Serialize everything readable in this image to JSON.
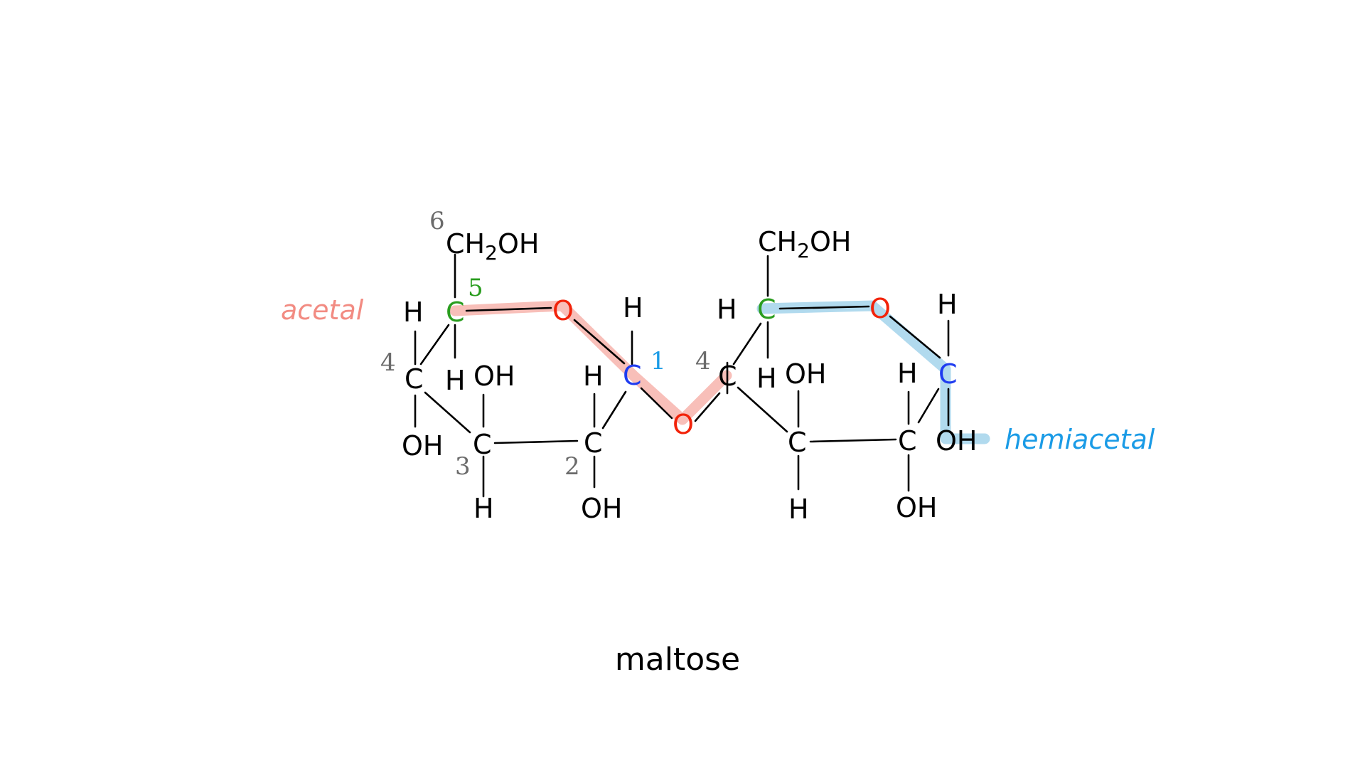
{
  "colors": {
    "black": "#000000",
    "oxygen": "#f2230a",
    "carbon_5": "#2a9d1f",
    "carbon_1": "#1f3cf0",
    "number_gray": "#6b6b6b",
    "number_blue": "#1a9be6",
    "acetal": "#f28b82",
    "hemiacetal": "#1a9be6",
    "acetal_highlight": "#f7b4ad",
    "hemiacetal_highlight": "#a9d6ec"
  },
  "labels": {
    "acetal": "acetal",
    "hemiacetal": "hemiacetal",
    "caption": "maltose"
  },
  "ring1": {
    "ch2oh_pre": "CH",
    "ch2oh_sub": "2",
    "ch2oh_post": "OH",
    "num6": "6",
    "num5": "5",
    "num4": "4",
    "num3": "3",
    "num2": "2",
    "num1": "1",
    "c5": "C",
    "c4": "C",
    "c3": "C",
    "c2": "C",
    "c1": "C",
    "ring_o": "O",
    "h_c5_left": "H",
    "h_c5_down": "H",
    "oh_c4": "OH",
    "oh_c3": "OH",
    "h_c3": "H",
    "h_c2": "H",
    "oh_c2": "OH",
    "h_c1": "H"
  },
  "bridge_o": "O",
  "ring2": {
    "ch2oh_pre": "CH",
    "ch2oh_sub": "2",
    "ch2oh_post": "OH",
    "num4": "4",
    "c5": "C",
    "c4": "C",
    "c3": "C",
    "c2": "C",
    "c1": "C",
    "ring_o": "O",
    "h_c5_left": "H",
    "h_c5_down": "H",
    "oh_c3": "OH",
    "h_c3": "H",
    "h_c2": "H",
    "oh_c2": "OH",
    "h_c1": "H",
    "oh_c1": "OH"
  }
}
